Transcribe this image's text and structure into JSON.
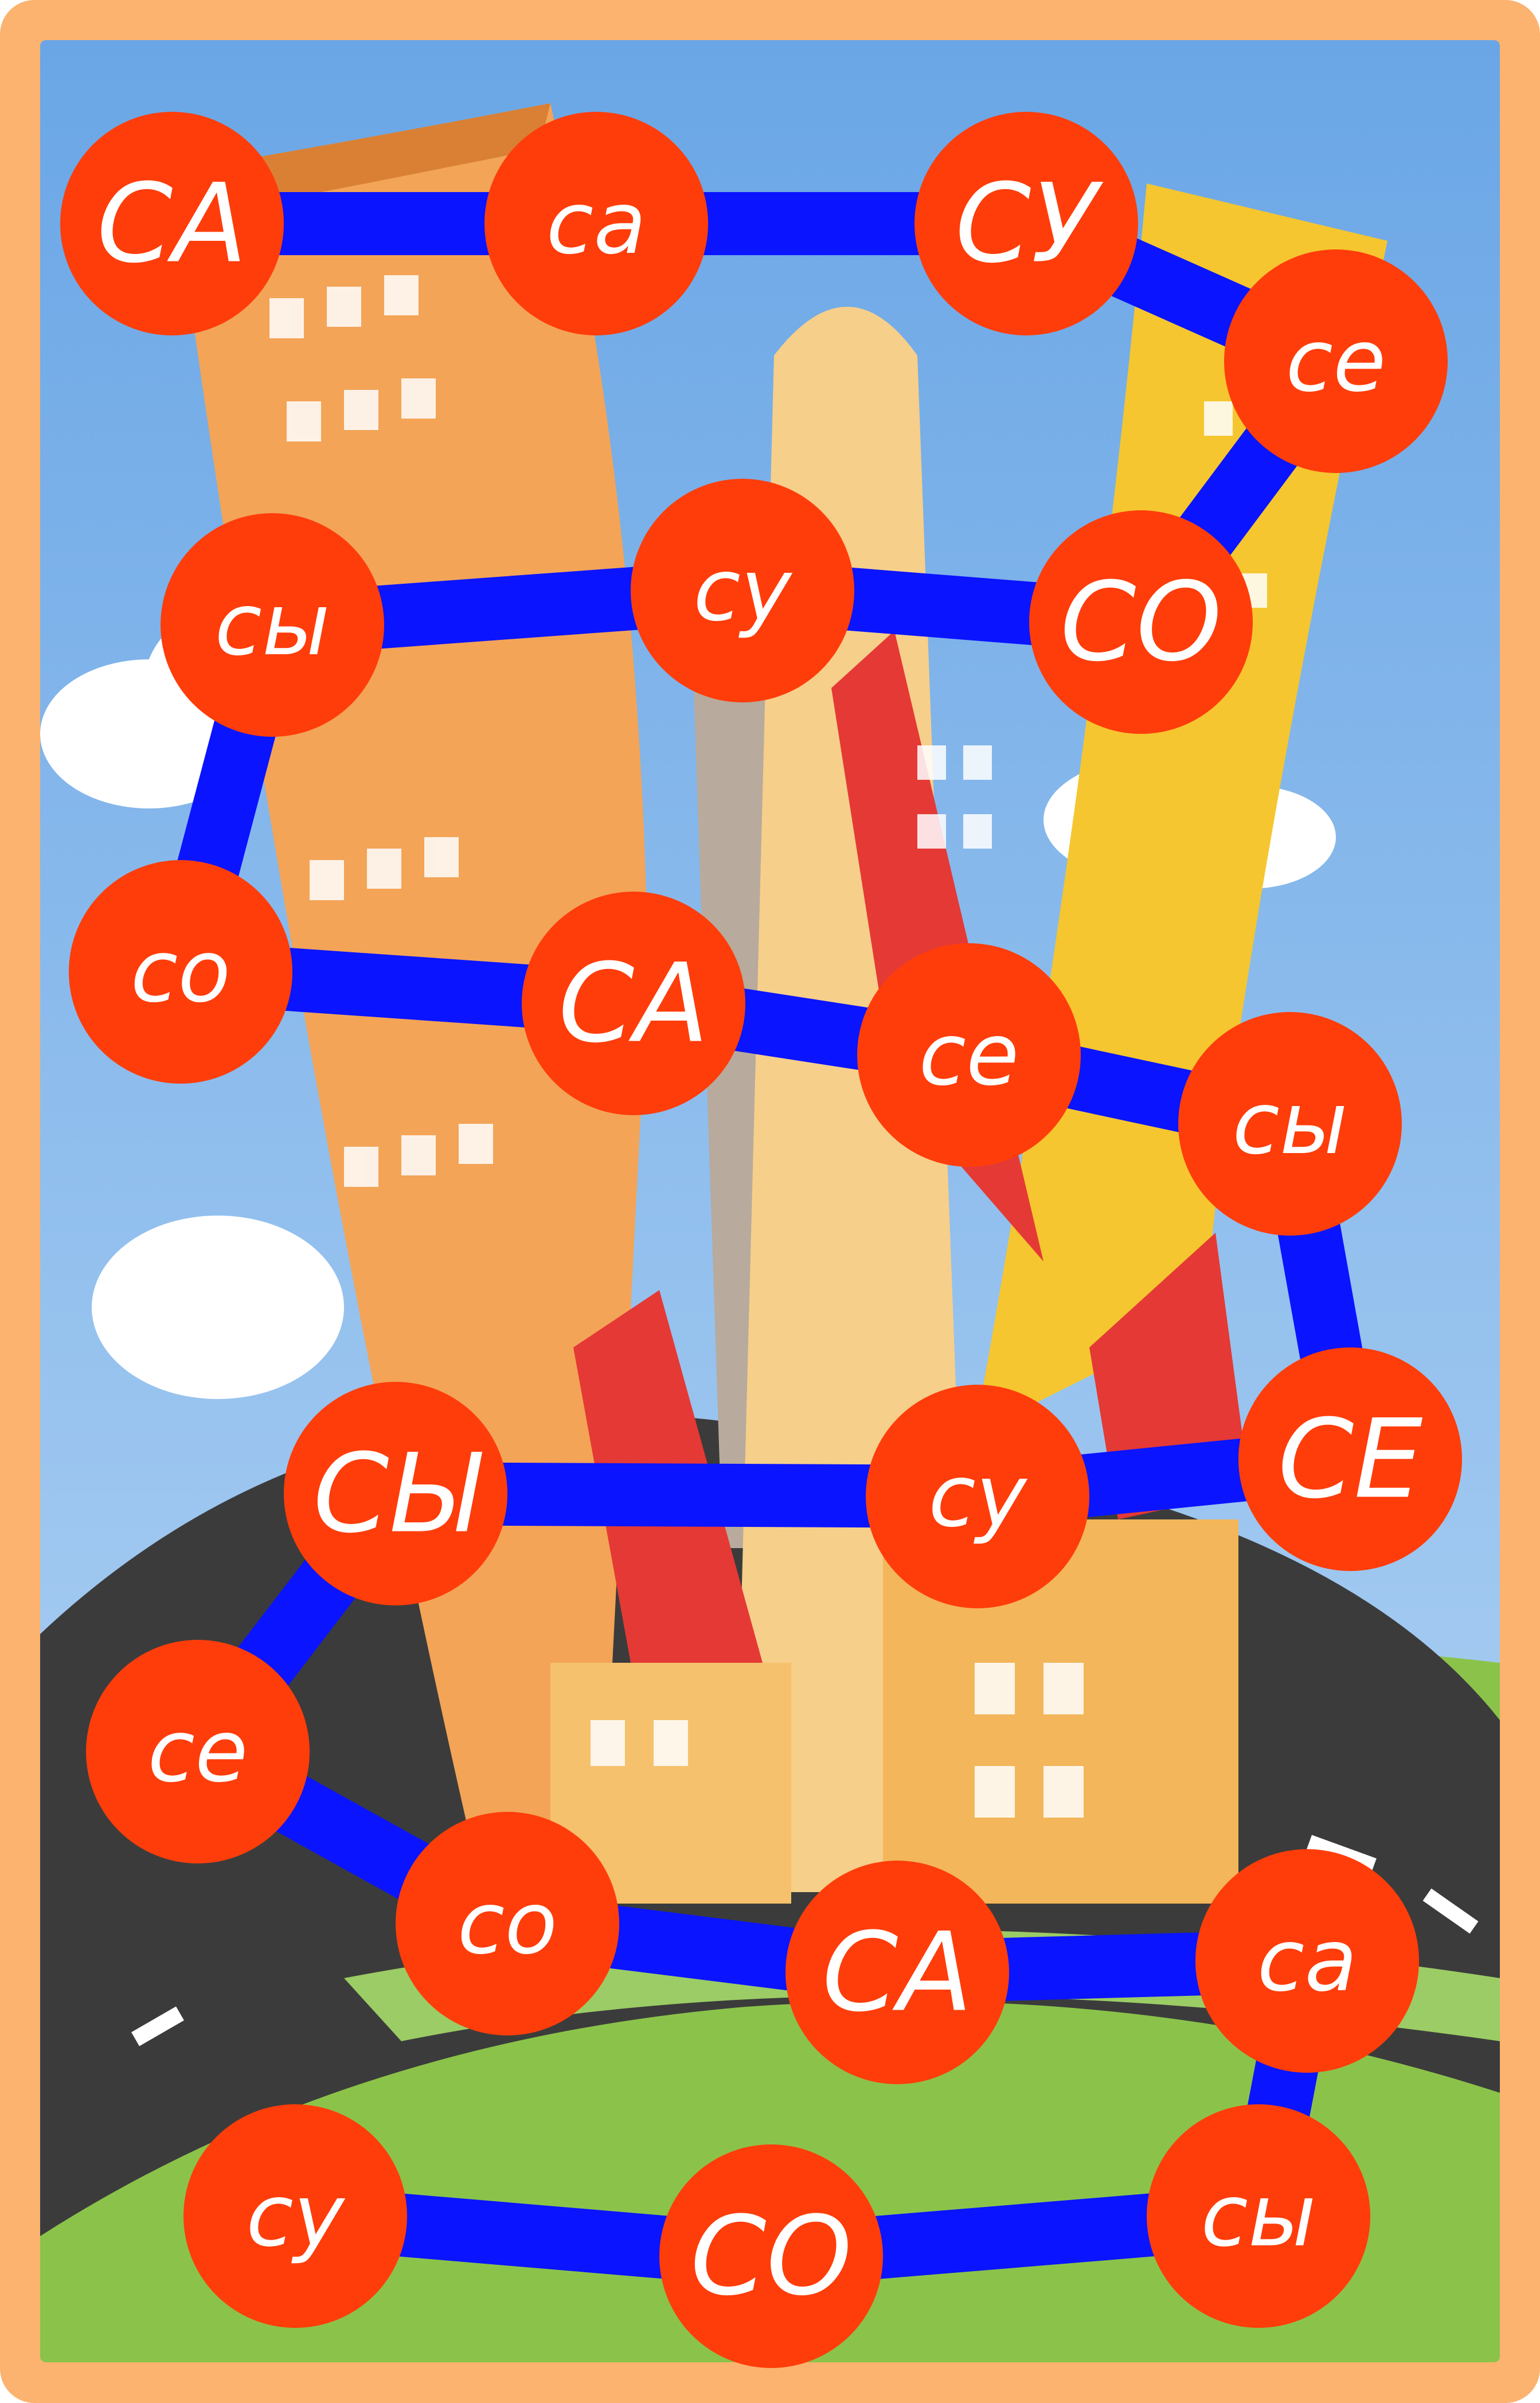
{
  "colors": {
    "frame": "#fbb36f",
    "sky": "#7fb3e9",
    "path": "#0a14ff",
    "node": "#ff3d0a",
    "label": "#ffffff",
    "road": "#3c3c3c",
    "grass": "#8bc34a"
  },
  "game": {
    "type": "syllable-path-board",
    "nodes": [
      {
        "label": "СА"
      },
      {
        "label": "са"
      },
      {
        "label": "СУ"
      },
      {
        "label": "се"
      },
      {
        "label": "СО"
      },
      {
        "label": "су"
      },
      {
        "label": "сы"
      },
      {
        "label": "со"
      },
      {
        "label": "СА"
      },
      {
        "label": "се"
      },
      {
        "label": "сы"
      },
      {
        "label": "СЕ"
      },
      {
        "label": "су"
      },
      {
        "label": "СЫ"
      },
      {
        "label": "се"
      },
      {
        "label": "со"
      },
      {
        "label": "СА"
      },
      {
        "label": "са"
      },
      {
        "label": "сы"
      },
      {
        "label": "СО"
      },
      {
        "label": "су"
      }
    ]
  }
}
